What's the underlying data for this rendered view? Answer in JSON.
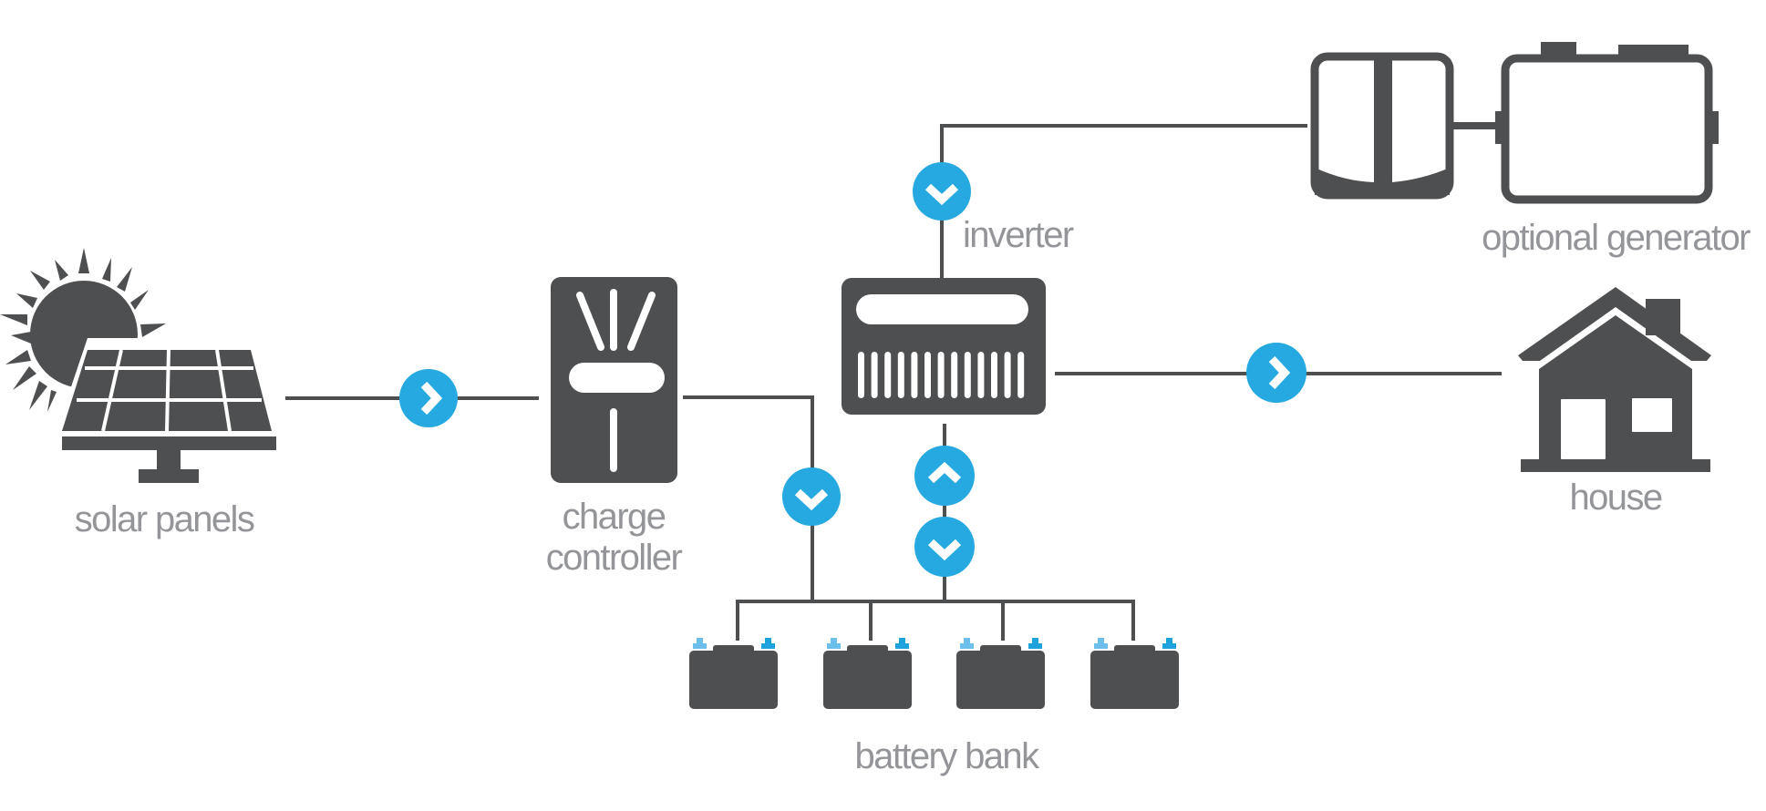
{
  "diagram": {
    "title": "Off-grid solar power system",
    "colors": {
      "component": "#4d4f51",
      "flow_indicator": "#25a9e0",
      "label_text": "#939598",
      "terminal_positive": "#1fa3dd",
      "terminal_negative": "#6cbfea"
    },
    "components": {
      "solar_panels": {
        "label": "solar panels",
        "icon": "solar-panel-with-sun-icon"
      },
      "charge_controller": {
        "label_line1": "charge",
        "label_line2": "controller",
        "icon": "charge-controller-icon"
      },
      "inverter": {
        "label": "inverter",
        "icon": "inverter-icon"
      },
      "battery_bank": {
        "label": "battery bank",
        "icon": "battery-icon",
        "battery_count": 4
      },
      "house": {
        "label": "house",
        "icon": "house-icon"
      },
      "generator": {
        "label": "optional generator",
        "icon": "generator-icon"
      }
    },
    "flows": [
      {
        "from": "solar panels",
        "to": "charge controller",
        "direction": "right"
      },
      {
        "from": "charge controller",
        "to": "battery bank",
        "direction": "down"
      },
      {
        "from": "optional generator",
        "to": "inverter",
        "direction": "down"
      },
      {
        "from": "battery bank",
        "to": "inverter",
        "direction": "up"
      },
      {
        "from": "inverter",
        "to": "battery bank",
        "direction": "down"
      },
      {
        "from": "inverter",
        "to": "house",
        "direction": "right"
      }
    ]
  }
}
